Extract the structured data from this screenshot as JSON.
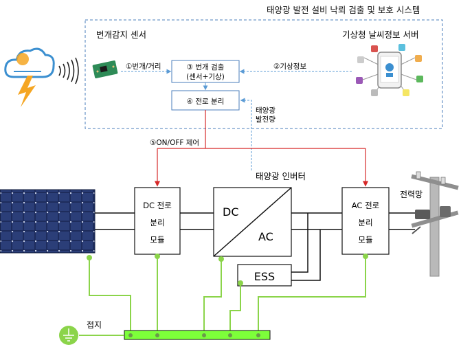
{
  "title": "태양광 발전 설비 낙뢰 검출 및 보호 시스템",
  "monitor_box": {
    "sensor_label": "번개감지 센서",
    "weather_server_label": "기상청 날씨정보 서버",
    "step1": "①번개/거리",
    "step2": "②기상정보",
    "detect_line1": "③ 번개 검출",
    "detect_line2": "(센서+기상)",
    "isolate": "④ 전로 분리"
  },
  "pv_generation_label": [
    "태양광",
    "발전량"
  ],
  "control_label": "⑤ON/OFF 제어",
  "inverter": {
    "title": "태양광 인버터",
    "dc": "DC",
    "ac": "AC"
  },
  "dc_module": {
    "line1": "DC 전로",
    "line2": "분리",
    "line3": "모듈"
  },
  "ac_module": {
    "line1": "AC 전로",
    "line2": "분리",
    "line3": "모듈"
  },
  "grid_label": "전력망",
  "ess_label": "ESS",
  "ground_label": "접지",
  "colors": {
    "dashed_border": "#4a7ebb",
    "arrow_blue": "#5b9bd5",
    "control_red": "#d62828",
    "ground_green": "#8bd44a",
    "ground_bar": "#7dff3a",
    "solar_panel": "#1e2c5c"
  },
  "icons": {
    "weather": "storm-cloud-lightning-icon",
    "sensor": "sensor-board-icon",
    "server": "weather-server-phone-icon",
    "panel": "solar-panel-icon",
    "pole": "utility-pole-icon",
    "ground": "ground-symbol-icon"
  }
}
